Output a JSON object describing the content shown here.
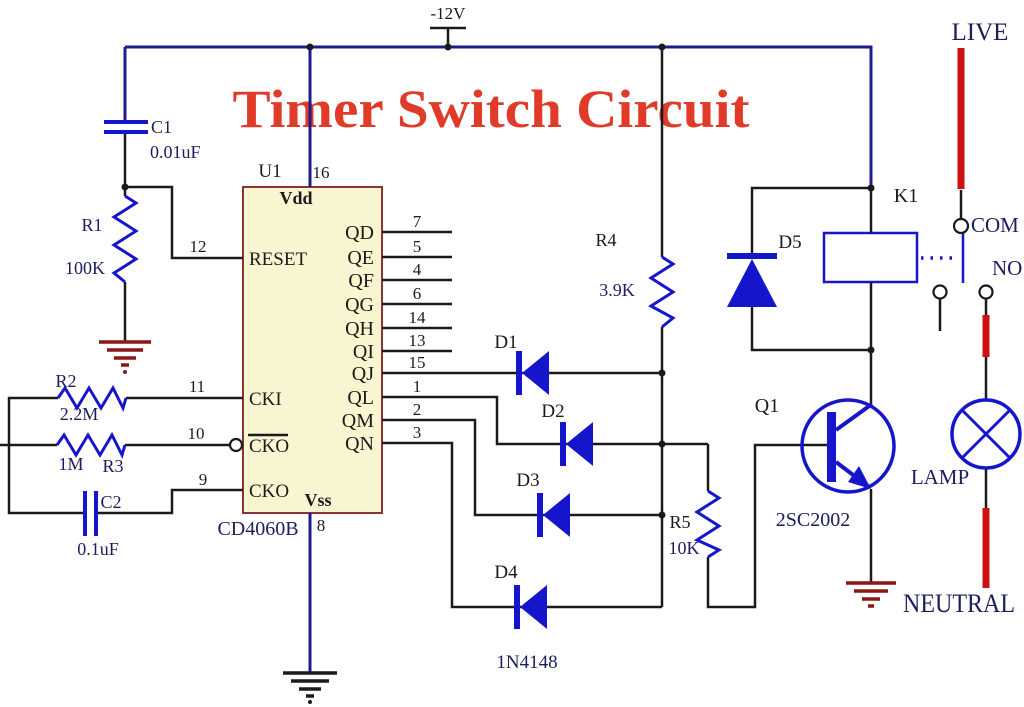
{
  "title": "Timer Switch Circuit",
  "colors": {
    "wire": "#1a1a1a",
    "rail": "#1c1c8e",
    "component": "#1515cc",
    "ic_fill": "#f8f5d0",
    "ic_border": "#8b3232",
    "label": "#1d1d5e",
    "pin_text": "#1a1a1a",
    "title": "#e03a28",
    "mains": "#cc1111",
    "ground_red": "#8b1717"
  },
  "power": {
    "label": "-12V"
  },
  "ic": {
    "ref": "U1",
    "part": "CD4060B",
    "vdd": {
      "label": "Vdd",
      "pin": "16"
    },
    "vss": {
      "label": "Vss",
      "pin": "8"
    },
    "left_pins": [
      {
        "label": "RESET",
        "pin": "12"
      },
      {
        "label": "CKI",
        "pin": "11"
      },
      {
        "label": "CKO",
        "pin": "10"
      },
      {
        "label": "CKO",
        "pin": "9"
      }
    ],
    "right_pins": [
      {
        "label": "QD",
        "pin": "7"
      },
      {
        "label": "QE",
        "pin": "5"
      },
      {
        "label": "QF",
        "pin": "4"
      },
      {
        "label": "QG",
        "pin": "6"
      },
      {
        "label": "QH",
        "pin": "14"
      },
      {
        "label": "QI",
        "pin": "13"
      },
      {
        "label": "QJ",
        "pin": "15"
      },
      {
        "label": "QL",
        "pin": "1"
      },
      {
        "label": "QM",
        "pin": "2"
      },
      {
        "label": "QN",
        "pin": "3"
      }
    ]
  },
  "components": {
    "c1": {
      "ref": "C1",
      "value": "0.01uF"
    },
    "r1": {
      "ref": "R1",
      "value": "100K"
    },
    "r2": {
      "ref": "R2",
      "value": "2.2M"
    },
    "r3": {
      "ref": "R3",
      "value": "1M"
    },
    "c2": {
      "ref": "C2",
      "value": "0.1uF"
    },
    "r4": {
      "ref": "R4",
      "value": "3.9K"
    },
    "r5": {
      "ref": "R5",
      "value": "10K"
    },
    "d1": {
      "ref": "D1"
    },
    "d2": {
      "ref": "D2"
    },
    "d3": {
      "ref": "D3"
    },
    "d4": {
      "ref": "D4",
      "part": "1N4148"
    },
    "d5": {
      "ref": "D5"
    },
    "q1": {
      "ref": "Q1",
      "part": "2SC2002"
    },
    "k1": {
      "ref": "K1"
    }
  },
  "terminals": {
    "live": "LIVE",
    "com": "COM",
    "no": "NO",
    "lamp": "LAMP",
    "neutral": "NEUTRAL"
  }
}
